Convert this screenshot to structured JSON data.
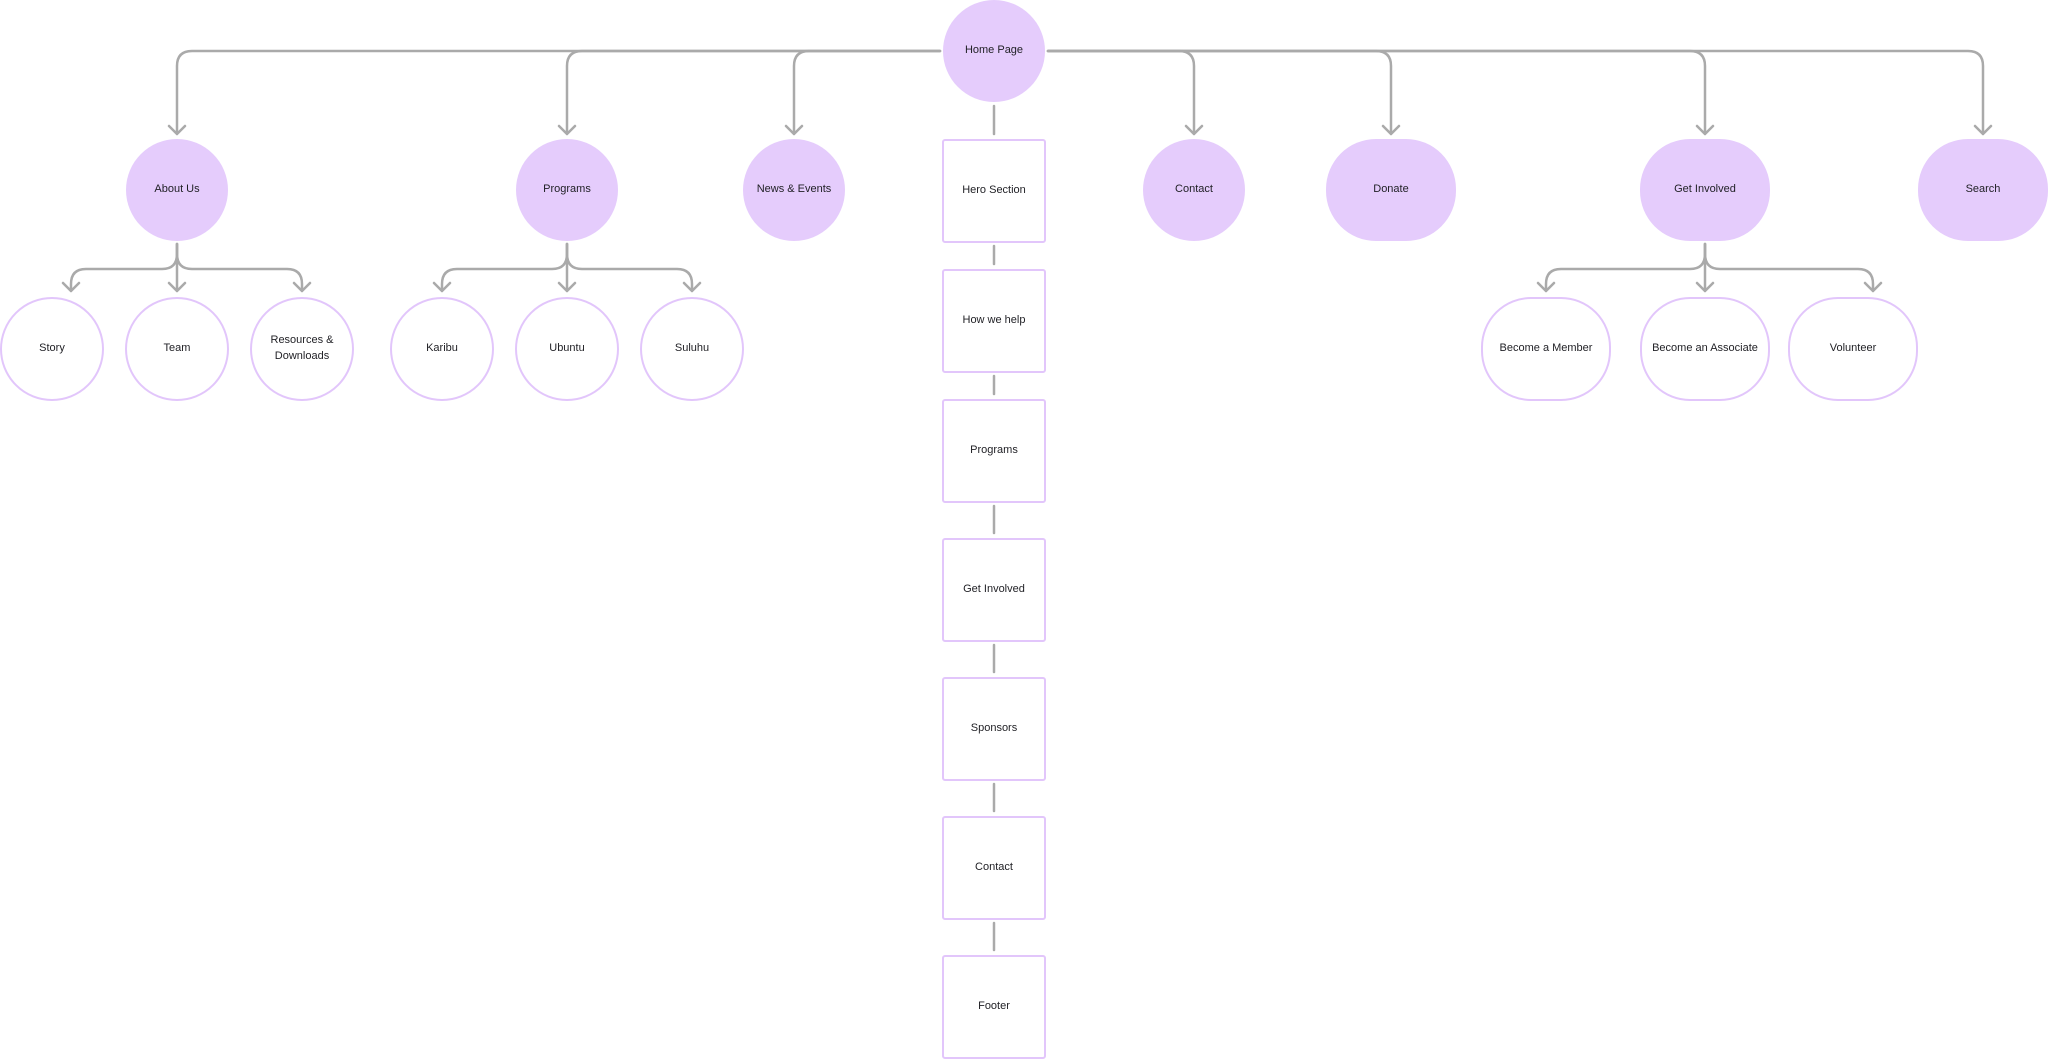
{
  "colors": {
    "filled": "#e5ccfc",
    "outline": "#e2c6fb",
    "connector": "#aaaaaa"
  },
  "nodes": {
    "home": "Home Page",
    "about": "About Us",
    "programs": "Programs",
    "news": "News & Events",
    "contact": "Contact",
    "donate": "Donate",
    "get_involved": "Get Involved",
    "search": "Search",
    "story": "Story",
    "team": "Team",
    "resources": "Resources & Downloads",
    "karibu": "Karibu",
    "ubuntu": "Ubuntu",
    "suluhu": "Suluhu",
    "member": "Become a Member",
    "associate": "Become an Associate",
    "volunteer": "Volunteer"
  },
  "home_sections": [
    "Hero Section",
    "How we help",
    "Programs",
    "Get Involved",
    "Sponsors",
    "Contact",
    "Footer"
  ]
}
